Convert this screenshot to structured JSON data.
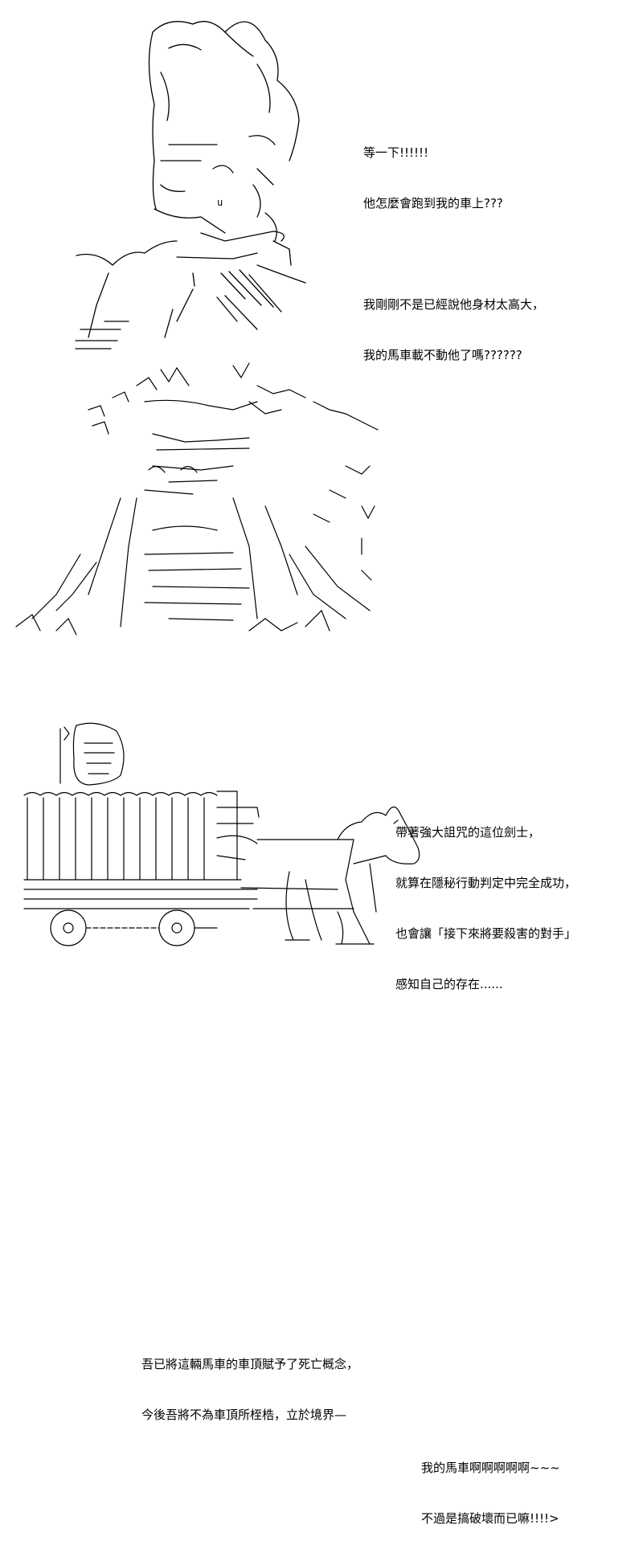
{
  "panels": [
    {
      "id": "panel-1",
      "dialogue": [
        "等一下!!!!!!",
        "他怎麼會跑到我的車上???",
        "",
        "我剛剛不是已經說他身材太高大，",
        "我的馬車載不動他了嗎??????"
      ]
    },
    {
      "id": "panel-2",
      "dialogue": [
        "帶著強大詛咒的這位劍士，",
        "就算在隱秘行動判定中完全成功，",
        "也會讓「接下來將要殺害的對手」",
        "感知自己的存在......"
      ]
    },
    {
      "id": "panel-3",
      "dialogue_top": [
        "吾已將這輛馬車的車頂賦予了死亡概念，",
        "今後吾將不為車頂所桎梏，立於境界—"
      ],
      "dialogue_right": [
        "我的馬車啊啊啊啊啊~~~",
        "不過是搞破壞而已嘛!!!!>"
      ]
    }
  ],
  "colors": {
    "ink": "#000000",
    "paper": "#ffffff"
  }
}
